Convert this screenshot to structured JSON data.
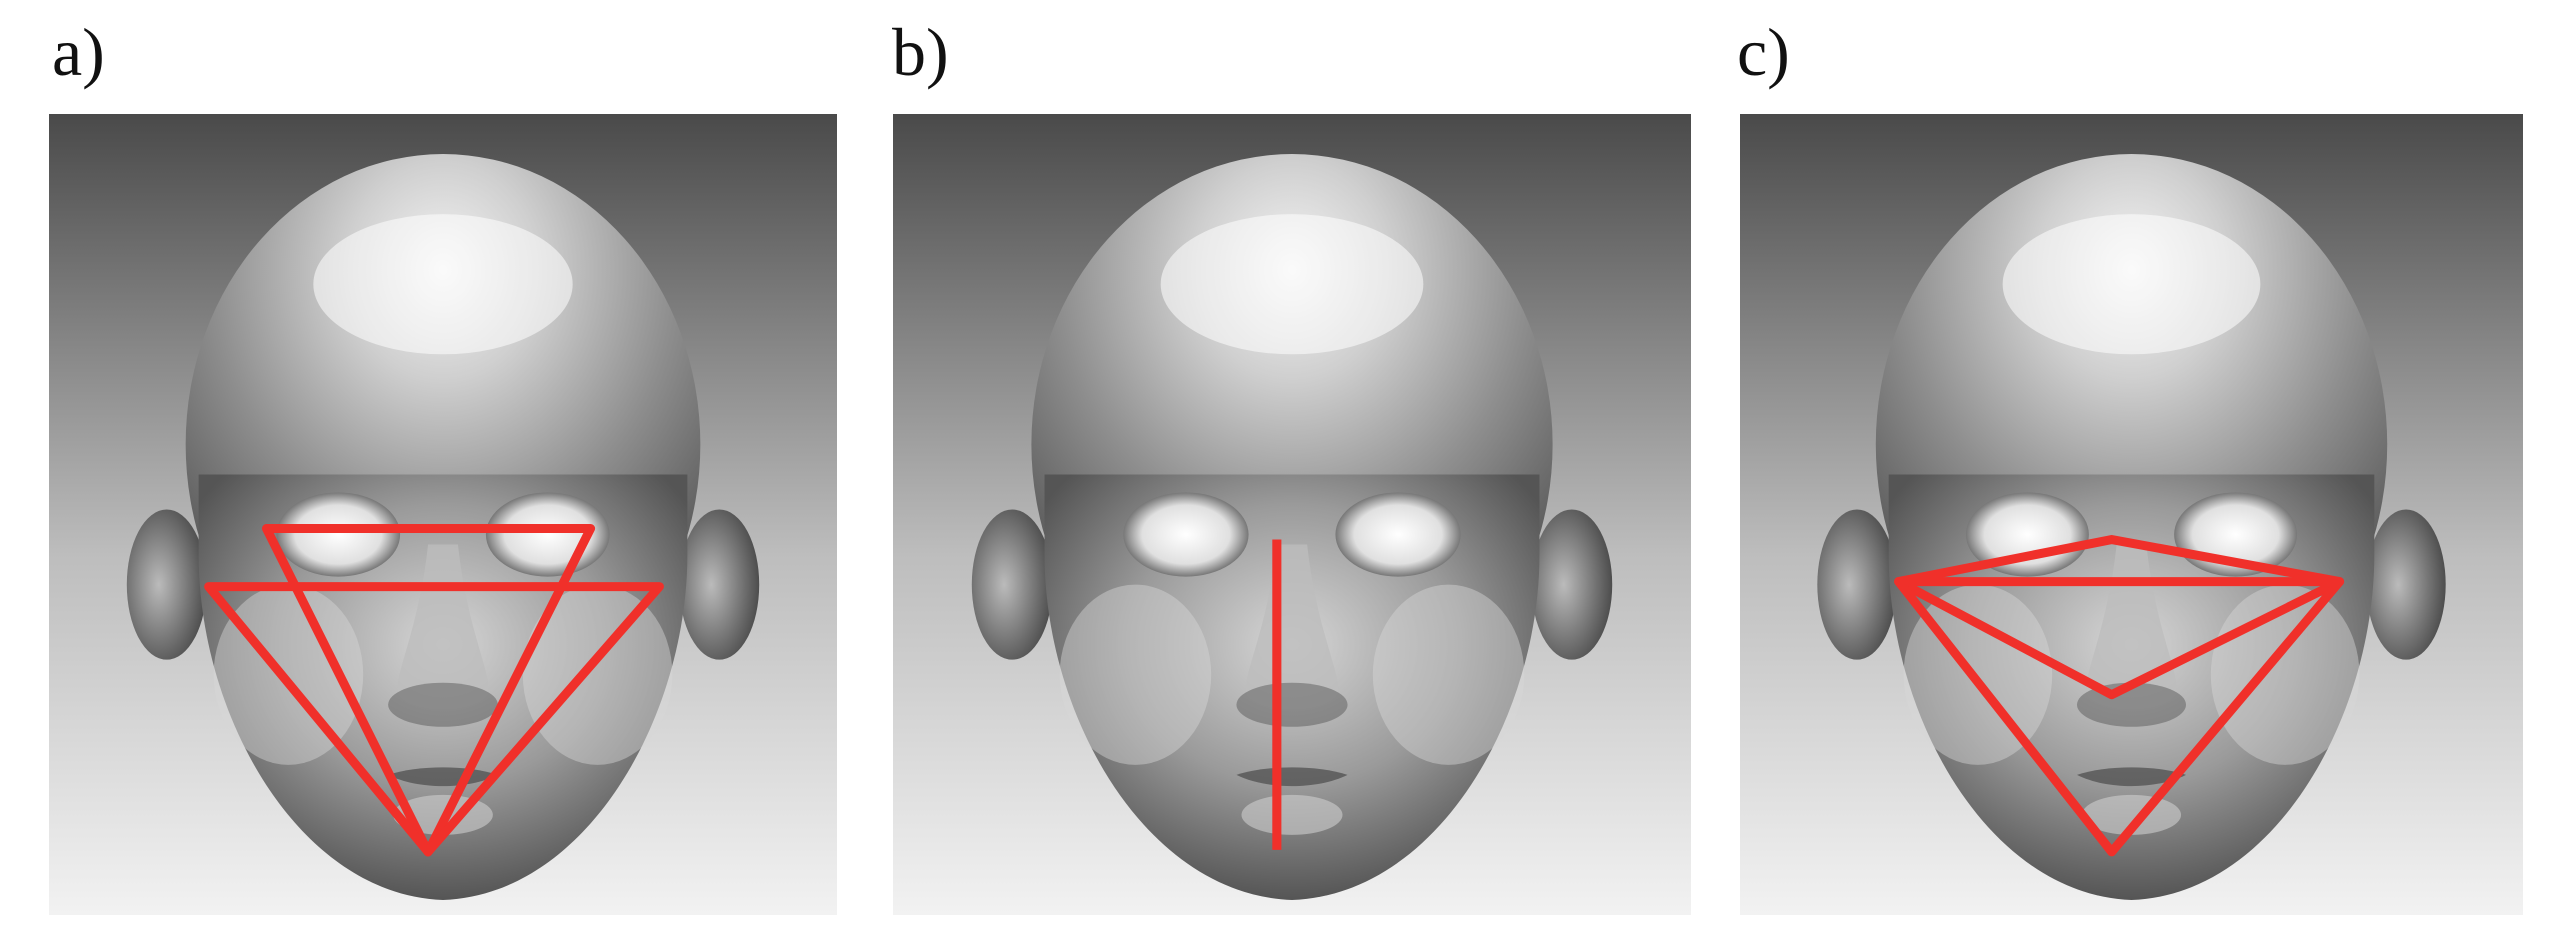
{
  "figure": {
    "panels": [
      {
        "label": "a)",
        "overlay": "two-inverted-triangles"
      },
      {
        "label": "b)",
        "overlay": "vertical-midline"
      },
      {
        "label": "c)",
        "overlay": "kite-and-triangle"
      }
    ]
  },
  "colors": {
    "background_top": "#4a4a4a",
    "background_bottom": "#f2f2f2",
    "skin_highlight": "#f0f0f0",
    "skin_mid": "#a8a8a8",
    "skin_shadow": "#3a3a3a",
    "overlay_line": "#f0302a"
  }
}
